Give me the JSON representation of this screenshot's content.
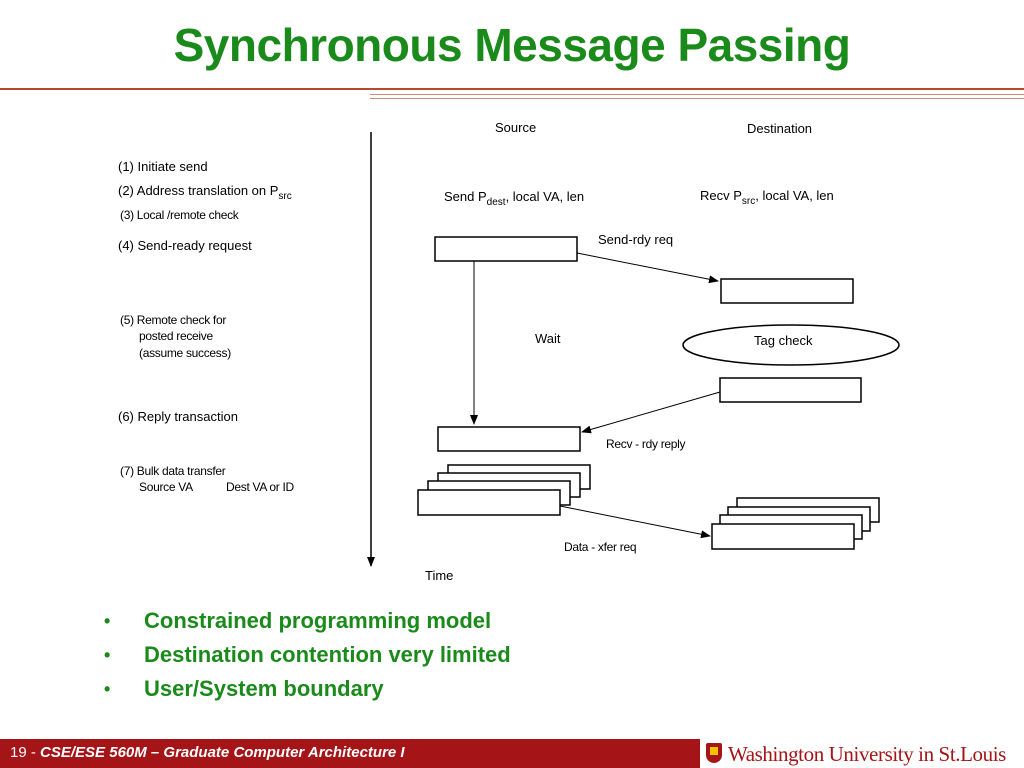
{
  "slide": {
    "title": "Synchronous Message Passing"
  },
  "diagram": {
    "column_source": "Source",
    "column_destination": "Destination",
    "time_label": "Time",
    "steps": [
      {
        "text": "(1) Initiate send"
      },
      {
        "text": "(2) Address translation on P",
        "sub": "src"
      },
      {
        "text": "(3) Local /remote check"
      },
      {
        "text": "(4) Send-ready request"
      },
      {
        "lines": [
          "(5) Remote check for",
          "posted receive",
          "(assume success)"
        ]
      },
      {
        "text": "(6) Reply transaction"
      },
      {
        "lines": [
          "(7) Bulk data transfer",
          "Source VA",
          "Dest VA or ID"
        ]
      }
    ],
    "send_call": {
      "pre": "Send P",
      "sub": "dest",
      "post": ", local VA, len"
    },
    "recv_call": {
      "pre": "Recv P",
      "sub": "src",
      "post": ", local VA, len"
    },
    "send_rdy_req": "Send-rdy req",
    "wait": "Wait",
    "tag_check": "Tag check",
    "recv_rdy_reply": "Recv - rdy reply",
    "data_xfer_req": "Data - xfer req"
  },
  "bullets": [
    "Constrained programming model",
    "Destination contention very limited",
    "User/System boundary"
  ],
  "footer": {
    "page": "19 -",
    "course": "CSE/ESE 560M – Graduate Computer Architecture I",
    "logo": "Washington University in St.Louis"
  },
  "colors": {
    "title_green": "#1a8a1a",
    "footer_red": "#a51417",
    "rule_brown": "#b34a2a"
  }
}
